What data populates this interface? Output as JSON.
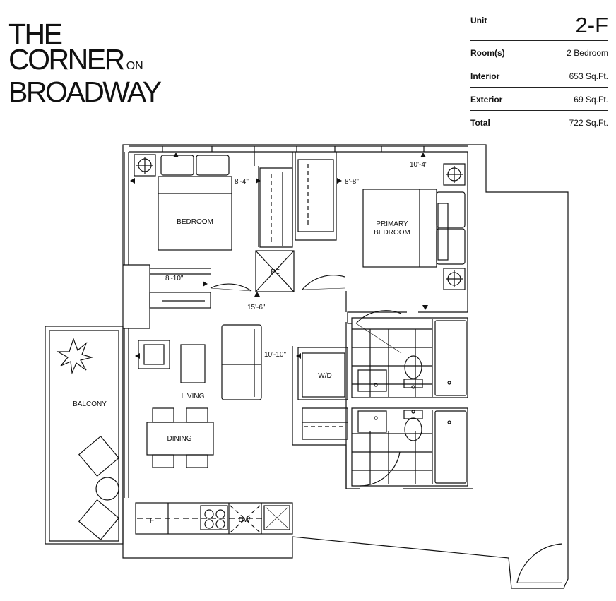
{
  "brand": {
    "line1": "THE",
    "line2": "CORNER",
    "on": "ON",
    "line3": "BROADWAY"
  },
  "unit_info": {
    "unit_label": "Unit",
    "unit_value": "2-F",
    "rooms_label": "Room(s)",
    "rooms_value": "2 Bedroom",
    "interior_label": "Interior",
    "interior_value": "653 Sq.Ft.",
    "exterior_label": "Exterior",
    "exterior_value": "69 Sq.Ft.",
    "total_label": "Total",
    "total_value": "722 Sq.Ft."
  },
  "rooms": {
    "bedroom": "BEDROOM",
    "primary_1": "PRIMARY",
    "primary_2": "BEDROOM",
    "living": "LIVING",
    "dining": "DINING",
    "balcony": "BALCONY",
    "fc": "FC",
    "wd": "W/D",
    "fridge": "F",
    "dw": "DW"
  },
  "dimensions": {
    "bedroom_width": "8'-4\"",
    "primary_width": "8'-8\"",
    "primary_length": "10'-4\"",
    "bedroom_length": "8'-10\"",
    "living_length": "15'-6\"",
    "living_width": "10'-10\""
  }
}
